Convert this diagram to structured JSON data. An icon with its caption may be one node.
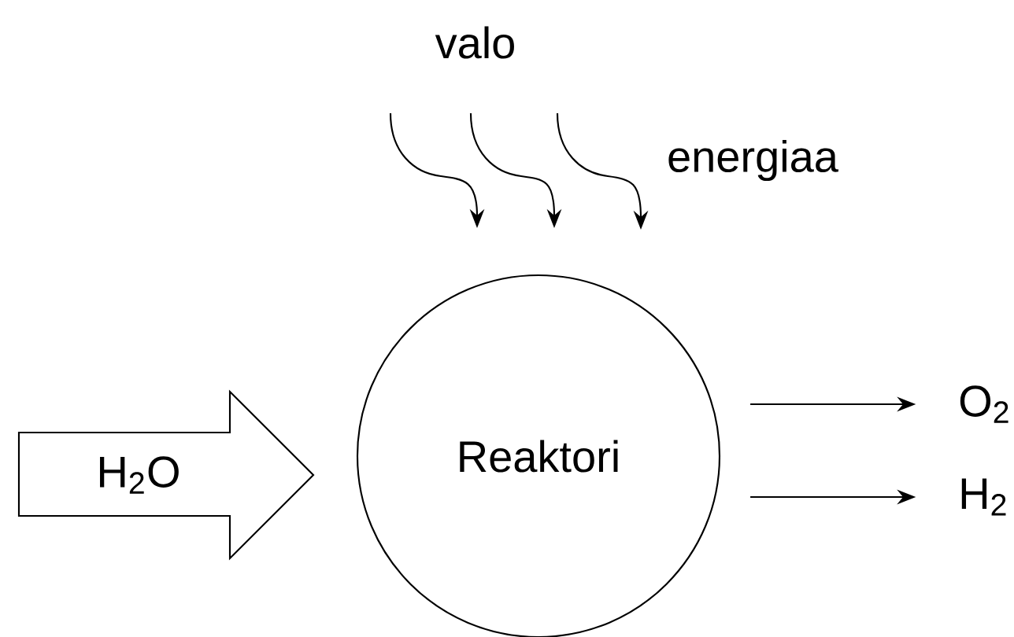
{
  "diagram": {
    "nodes": [
      {
        "text": [
          "H$_{2}$O"
        ]
      },
      {
        "text": [
          "Reaktori"
        ]
      },
      {
        "text": [
          "O$_{2}$"
        ]
      },
      {
        "text": [
          "H$_{2}$"
        ]
      }
    ],
    "edges": [
      {
        "from": 1,
        "to": 2,
        "arrow": "to"
      },
      {
        "from": 1,
        "to": 3,
        "arrow": "to"
      }
    ],
    "labels": [
      "valo",
      "energiaa"
    ]
  }
}
